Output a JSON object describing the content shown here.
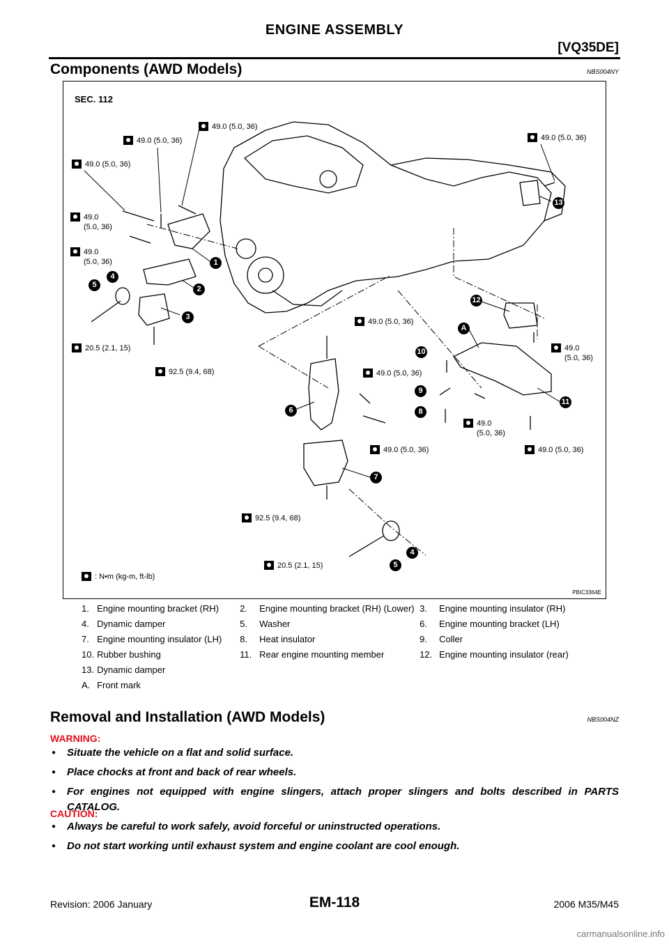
{
  "header": {
    "title": "ENGINE ASSEMBLY",
    "model": "[VQ35DE]"
  },
  "section1": {
    "title": "Components (AWD Models)",
    "code": "NBS004NY"
  },
  "figure": {
    "sec_label": "SEC. 112",
    "figure_id": "PBIC3364E",
    "legend": ": N•m (kg-m, ft-lb)",
    "torques": [
      "49.0 (5.0, 36)",
      "49.0 (5.0, 36)",
      "49.0 (5.0, 36)",
      "49.0 (5.0, 36)",
      "49.0\n(5.0, 36)",
      "49.0\n(5.0, 36)",
      "20.5 (2.1, 15)",
      "92.5 (9.4, 68)",
      "49.0 (5.0, 36)",
      "49.0 (5.0, 36)",
      "49.0\n(5.0, 36)",
      "49.0 (5.0, 36)",
      "49.0\n(5.0, 36)",
      "49.0 (5.0, 36)",
      "92.5 (9.4, 68)",
      "20.5 (2.1, 15)"
    ],
    "callouts": [
      "1",
      "2",
      "3",
      "4",
      "5",
      "6",
      "7",
      "4",
      "5",
      "8",
      "9",
      "10",
      "11",
      "12",
      "13",
      "A"
    ]
  },
  "parts": [
    [
      {
        "n": "1.",
        "t": "Engine mounting bracket (RH)"
      },
      {
        "n": "2.",
        "t": "Engine mounting bracket (RH) (Lower)"
      },
      {
        "n": "3.",
        "t": "Engine mounting insulator (RH)"
      }
    ],
    [
      {
        "n": "4.",
        "t": "Dynamic damper"
      },
      {
        "n": "5.",
        "t": "Washer"
      },
      {
        "n": "6.",
        "t": "Engine mounting bracket (LH)"
      }
    ],
    [
      {
        "n": "7.",
        "t": "Engine mounting insulator (LH)"
      },
      {
        "n": "8.",
        "t": "Heat insulator"
      },
      {
        "n": "9.",
        "t": "Coller"
      }
    ],
    [
      {
        "n": "10.",
        "t": "Rubber bushing"
      },
      {
        "n": "11.",
        "t": "Rear engine mounting member"
      },
      {
        "n": "12.",
        "t": "Engine mounting insulator (rear)"
      }
    ],
    [
      {
        "n": "13.",
        "t": "Dynamic damper"
      },
      {
        "n": "",
        "t": ""
      },
      {
        "n": "",
        "t": ""
      }
    ],
    [
      {
        "n": "A.",
        "t": "Front mark"
      },
      {
        "n": "",
        "t": ""
      },
      {
        "n": "",
        "t": ""
      }
    ]
  ],
  "section2": {
    "title": "Removal and Installation (AWD Models)",
    "code": "NBS004NZ"
  },
  "warning": {
    "label": "WARNING:",
    "items": [
      "Situate the vehicle on a flat and solid surface.",
      "Place chocks at front and back of rear wheels.",
      "For engines not equipped with engine slingers, attach proper slingers and bolts described in PARTS CATALOG."
    ]
  },
  "caution": {
    "label": "CAUTION:",
    "items": [
      "Always be careful to work safely, avoid forceful or uninstructed operations.",
      "Do not start working until exhaust system and engine coolant are cool enough."
    ]
  },
  "footer": {
    "revision": "Revision: 2006 January",
    "page": "EM-118",
    "model": "2006 M35/M45",
    "watermark": "carmanualsonline.info"
  }
}
